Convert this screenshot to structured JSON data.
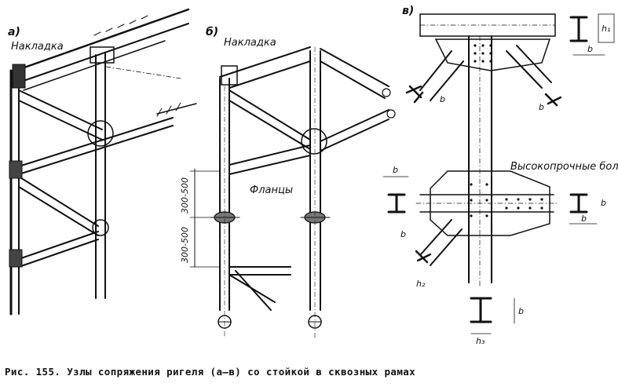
{
  "panels": {
    "a": {
      "letter": "а)",
      "label_overlay": "Накладка"
    },
    "b": {
      "letter": "б)",
      "label_overlay": "Накладка",
      "label_flanges": "Фланцы",
      "dim_upper": "300-500",
      "dim_lower": "300-500"
    },
    "c": {
      "letter": "в)",
      "label_bolts": "Высокопрочные болты",
      "dim_labels": [
        "b",
        "b",
        "b",
        "b",
        "b",
        "b",
        "b",
        "b"
      ],
      "h_labels": [
        "h₁",
        "h₂",
        "h₃"
      ]
    }
  },
  "caption": "Рис. 155. Узлы сопряжения ригеля (а—в) со стойкой в сквозных рамах"
}
